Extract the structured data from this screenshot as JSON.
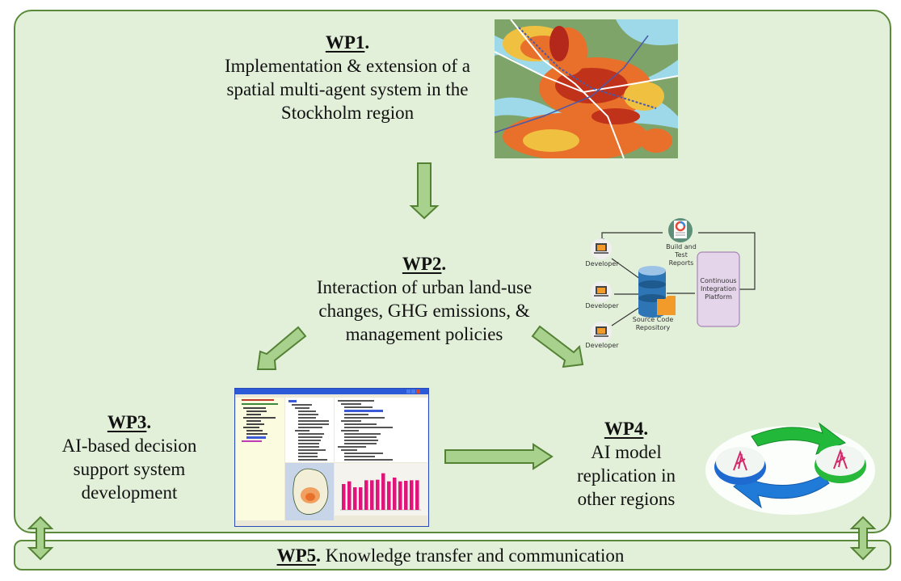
{
  "wp1": {
    "code": "WP1",
    "text_lines": [
      "Implementation & extension of a",
      "spatial multi-agent system in the",
      "Stockholm region"
    ]
  },
  "wp2": {
    "code": "WP2",
    "text_lines": [
      "Interaction of urban land-use",
      "changes, GHG emissions, &",
      "management policies"
    ]
  },
  "wp3": {
    "code": "WP3",
    "text_lines": [
      "AI-based decision",
      "support system",
      "development"
    ]
  },
  "wp4": {
    "code": "WP4",
    "text_lines": [
      "AI model",
      "replication in",
      "other regions"
    ]
  },
  "wp5": {
    "code": "WP5",
    "text": "Knowledge transfer and communication"
  },
  "punct": ".",
  "ci_diagram": {
    "developers": [
      "Developer",
      "Developer",
      "Developer"
    ],
    "reports_label_lines": [
      "Build and Test",
      "Reports"
    ],
    "repo_label_lines": [
      "Source Code",
      "Repository"
    ],
    "platform_label_lines": [
      "Continuous",
      "Integration",
      "Platform"
    ]
  },
  "dss_thumbnail": {
    "chart_values": [
      48,
      53,
      42,
      42,
      55,
      55,
      56,
      68,
      53,
      60,
      53,
      54,
      55,
      55
    ],
    "bar_color": "#e0147a"
  },
  "colors": {
    "panel_fill": "#e2efd9",
    "panel_border": "#5b8a3a",
    "arrow_fill": "#a9d18e",
    "arrow_border": "#548235"
  }
}
